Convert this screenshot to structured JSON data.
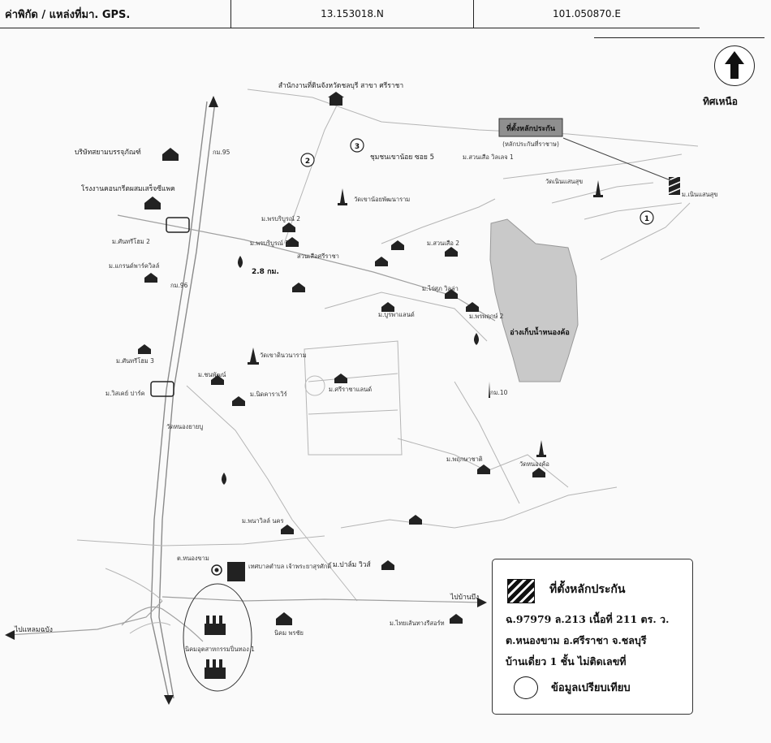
{
  "gps": {
    "label": "ค่าพิกัด / แหล่งที่มา. GPS.",
    "lat": "13.153018.N",
    "lon": "101.050870.E"
  },
  "north": {
    "label": "ทิศเหนือ"
  },
  "legend": {
    "title": "ที่ตั้งหลักประกัน",
    "line1": "ฉ.97979 ล.213 เนื้อที่ 211 ตร. ว.",
    "line2": "ต.หนองขาม อ.ศรีราชา จ.ชลบุรี",
    "line3": "บ้านเดี่ยว 1 ชั้น ไม่ติดเลขที่",
    "compare": "ข้อมูลเปรียบเทียบ"
  },
  "map": {
    "collateral_label": "ที่ตั้งหลักประกัน",
    "collateral_sub": "(หลักประกันที่ราชาษ)",
    "land_office": "สำนักงานที่ดินจังหวัดชลบุรี สาขา ศรีราชา",
    "reservoir": "อ่างเก็บน้ำหนองค้อ",
    "distance": "2.8 กม.",
    "to_chonburi": "ไปแหลมฉบัง",
    "to_bangkok": "ไปบ้านบึง",
    "comparison_markers": [
      "1",
      "2",
      "3"
    ],
    "labels": [
      "บริษัทสยามบรรจุภัณฑ์",
      "โรงงานคอนกรีตผสมเสร็จซีแพค",
      "ม.ศันทรีโฮม 2",
      "ม.แกรนด์พาร์ควิลล์",
      "ม.ศันทรีโฮม 3",
      "ม.วิสเคย์ ปาร์ค",
      "ชุมชนเขาน้อย ซอย 5",
      "ม.สวนเสือ วิลเลจ 1",
      "วัดเขาน้อยพัฒนาราม",
      "วัดเนินแสนสุข",
      "ม.เนินแสนสุข",
      "ม.พรบริบูรณ์ 2",
      "ม.พรบริบูรณ์ 1",
      "สวนเสือศรีราชา",
      "ม.สวนเสือ 2",
      "ม.ไร่ศุภ วิลล่า",
      "ม.พรพฤกษ์ 2",
      "ม.บูรพาแลนด์",
      "วัดเขาดินวนาราม",
      "ม.ศรีราชาแลนด์",
      "ม.ชนพัฒน์",
      "ม.นิดคาราเวิร์",
      "วัดหนองยายบู",
      "ม.พฤกษาชาติ",
      "วัดหนองค้อ",
      "ม.พนาวิลล์ นคร",
      "ม.ปาล์ม วิวส์",
      "ต.หนองขาม",
      "เทศบาลตำบล เจ้าพระยาสุรศักดิ์",
      "นิคมอุตสาหกรรมปิ่นทอง 1",
      "นิคม พรชัย",
      "ม.ไทยเส้นทางรีสอร์ท",
      "กม.95",
      "กม.96",
      "กม.10"
    ]
  }
}
